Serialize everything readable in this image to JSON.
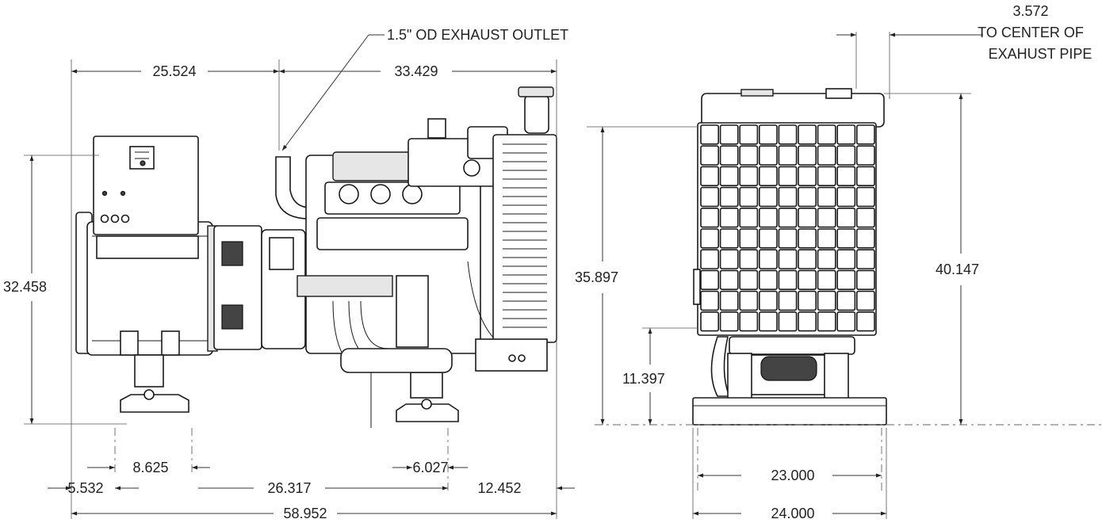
{
  "drawing": {
    "labels": {
      "exhaust_outlet": "1.5\" OD EXHAUST OUTLET",
      "pipe_dim_value": "3.572",
      "pipe_dim_line1": "TO CENTER OF",
      "pipe_dim_line2": "EXAHUST PIPE"
    },
    "side_view": {
      "dims": {
        "d_25_524": "25.524",
        "d_33_429": "33.429",
        "d_32_458": "32.458",
        "d_8_625": "8.625",
        "d_6_027": "6.027",
        "d_5_532": "5.532",
        "d_26_317": "26.317",
        "d_12_452": "12.452",
        "d_58_952": "58.952"
      }
    },
    "end_view": {
      "dims": {
        "d_35_897": "35.897",
        "d_40_147": "40.147",
        "d_11_397": "11.397",
        "d_23_000": "23.000",
        "d_24_000": "24.000"
      }
    }
  }
}
